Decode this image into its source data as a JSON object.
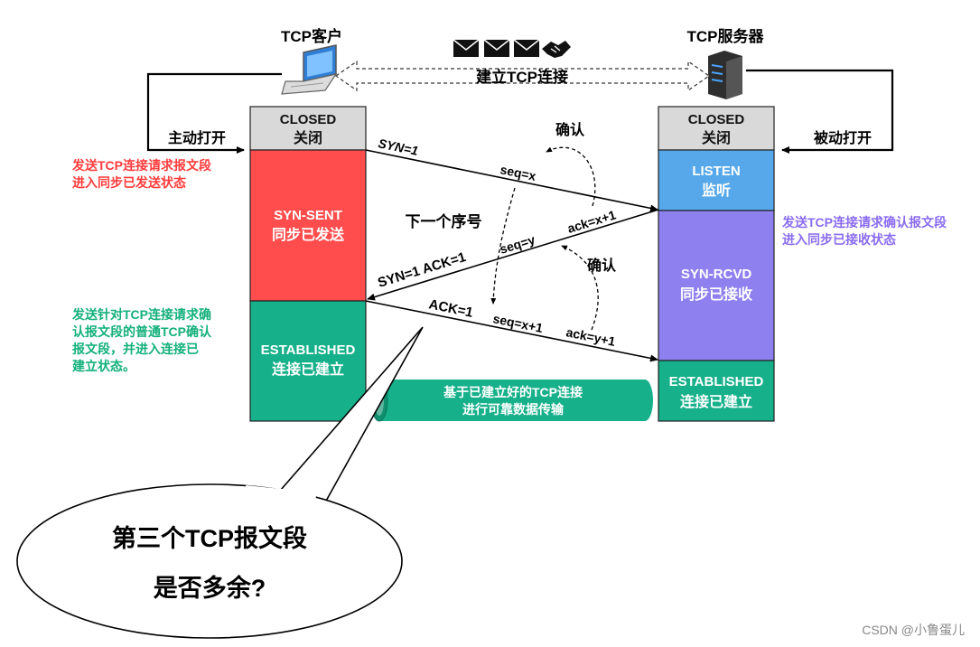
{
  "title_bar": {
    "client_title": "TCP客户",
    "server_title": "TCP服务器",
    "connection_label": "建立TCP连接"
  },
  "client": {
    "open_label": "主动打开",
    "closed_en": "CLOSED",
    "closed_zh": "关闭",
    "syn_sent_en": "SYN-SENT",
    "syn_sent_zh": "同步已发送",
    "established_en": "ESTABLISHED",
    "established_zh": "连接已建立",
    "note_send_syn": [
      "发送TCP连接请求报文段",
      "进入同步已发送状态"
    ],
    "note_send_ack": [
      "发送针对TCP连接请求确",
      "认报文段的普通TCP确认",
      "报文段，并进入连接已",
      "建立状态。"
    ]
  },
  "server": {
    "open_label": "被动打开",
    "closed_en": "CLOSED",
    "closed_zh": "关闭",
    "listen_en": "LISTEN",
    "listen_zh": "监听",
    "syn_rcvd_en": "SYN-RCVD",
    "syn_rcvd_zh": "同步已接收",
    "established_en": "ESTABLISHED",
    "established_zh": "连接已建立",
    "note_send_synack": [
      "发送TCP连接请求确认报文段",
      "进入同步已接收状态"
    ]
  },
  "messages": {
    "msg1_flag": "SYN=1",
    "msg1_seq": "seq=x",
    "msg2_flags": "SYN=1  ACK=1",
    "msg2_seq": "seq=y",
    "msg2_ack": "ack=x+1",
    "msg3_flag": "ACK=1",
    "msg3_seq": "seq=x+1",
    "msg3_ack": "ack=y+1",
    "confirm_1": "确认",
    "confirm_2": "确认",
    "next_seq": "下一个序号"
  },
  "pipe": {
    "line1": "基于已建立好的TCP连接",
    "line2": "进行可靠数据传输"
  },
  "bubble": {
    "line1": "第三个TCP报文段",
    "line2": "是否多余?"
  },
  "watermark": "CSDN @小鲁蛋儿",
  "colors": {
    "closed": "#d9d9d9",
    "syn_sent": "#ff4d4d",
    "established": "#16b08a",
    "listen": "#56a8ea",
    "syn_rcvd": "#8f80ef",
    "note_red": "#ff3b3b",
    "note_green": "#13b07c",
    "note_purple": "#8a6cf0"
  }
}
